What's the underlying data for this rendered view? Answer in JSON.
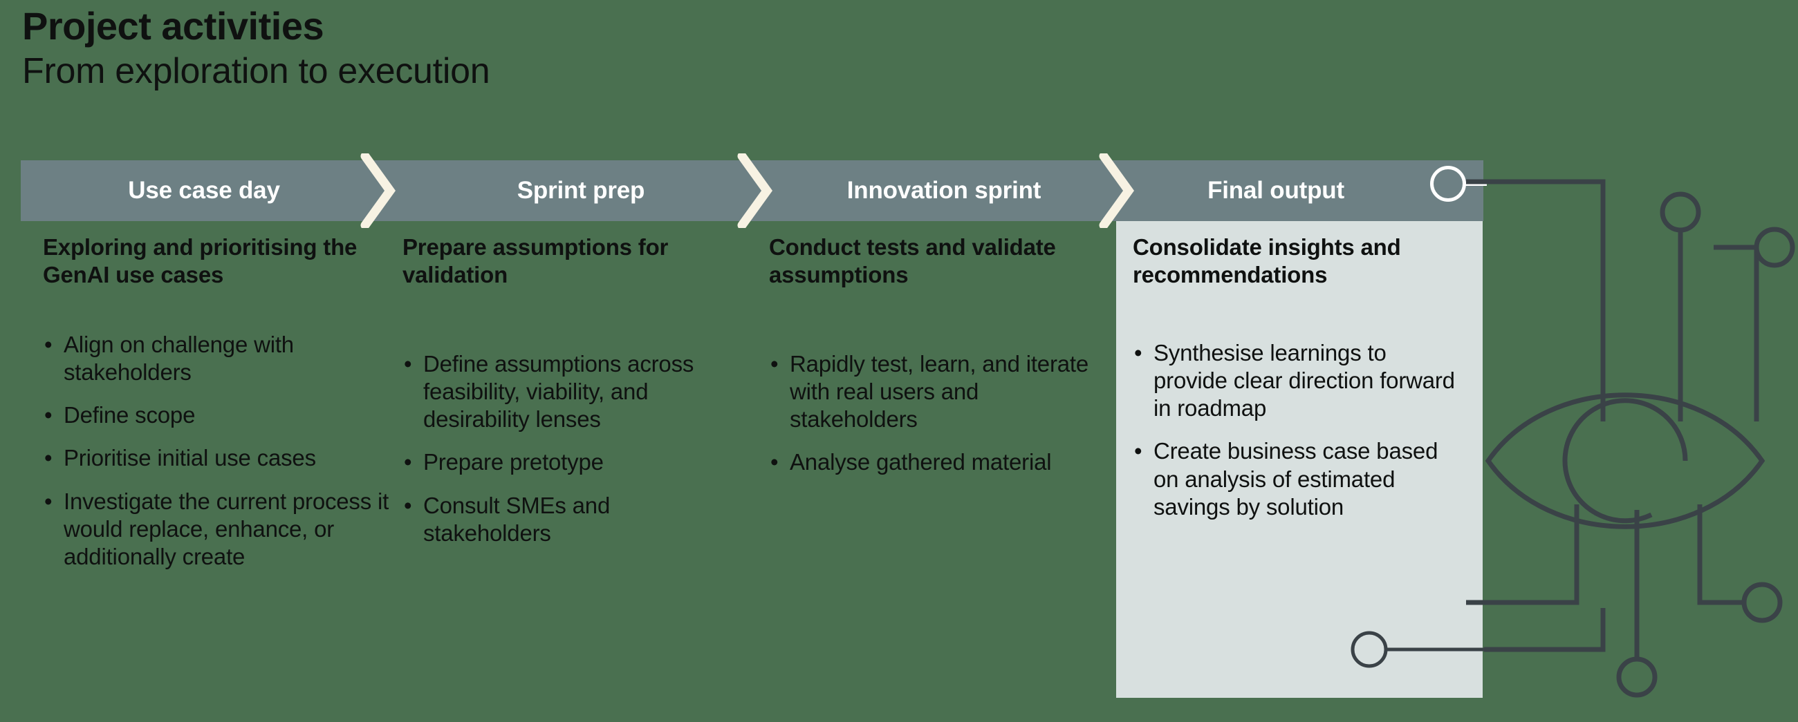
{
  "page": {
    "title_main": "Project activities",
    "title_sub": "From exploration to execution",
    "background_color": "#4a7050",
    "bar_color": "#6d8084",
    "chevron_color": "#f7f2e3",
    "highlight_panel_color": "#d8e0df",
    "text_color": "#0f1110",
    "graphic_line_color": "#3a4247"
  },
  "phases": [
    {
      "label": "Use case day"
    },
    {
      "label": "Sprint prep"
    },
    {
      "label": "Innovation sprint"
    },
    {
      "label": "Final output"
    }
  ],
  "columns": [
    {
      "heading": "Exploring and prioritising the GenAI use cases",
      "bullets": [
        "Align on challenge with stakeholders",
        "Define scope",
        "Prioritise initial use cases",
        "Investigate the current process it would replace, enhance, or additionally create"
      ]
    },
    {
      "heading": "Prepare assumptions for validation",
      "bullets": [
        "Define assumptions across feasibility, viability, and desirability lenses",
        "Prepare pretotype",
        "Consult SMEs and stakeholders"
      ]
    },
    {
      "heading": "Conduct tests and validate assumptions",
      "bullets": [
        "Rapidly test, learn, and iterate with real users and stakeholders",
        "Analyse gathered material"
      ]
    },
    {
      "heading": "Consolidate insights and recommendations",
      "bullets": [
        "Synthesise learnings to provide clear direction forward in roadmap",
        "Create business case based on analysis of estimated savings by solution"
      ]
    }
  ],
  "graphic": {
    "name": "eye-circuit-illustration",
    "nodes": 5
  }
}
